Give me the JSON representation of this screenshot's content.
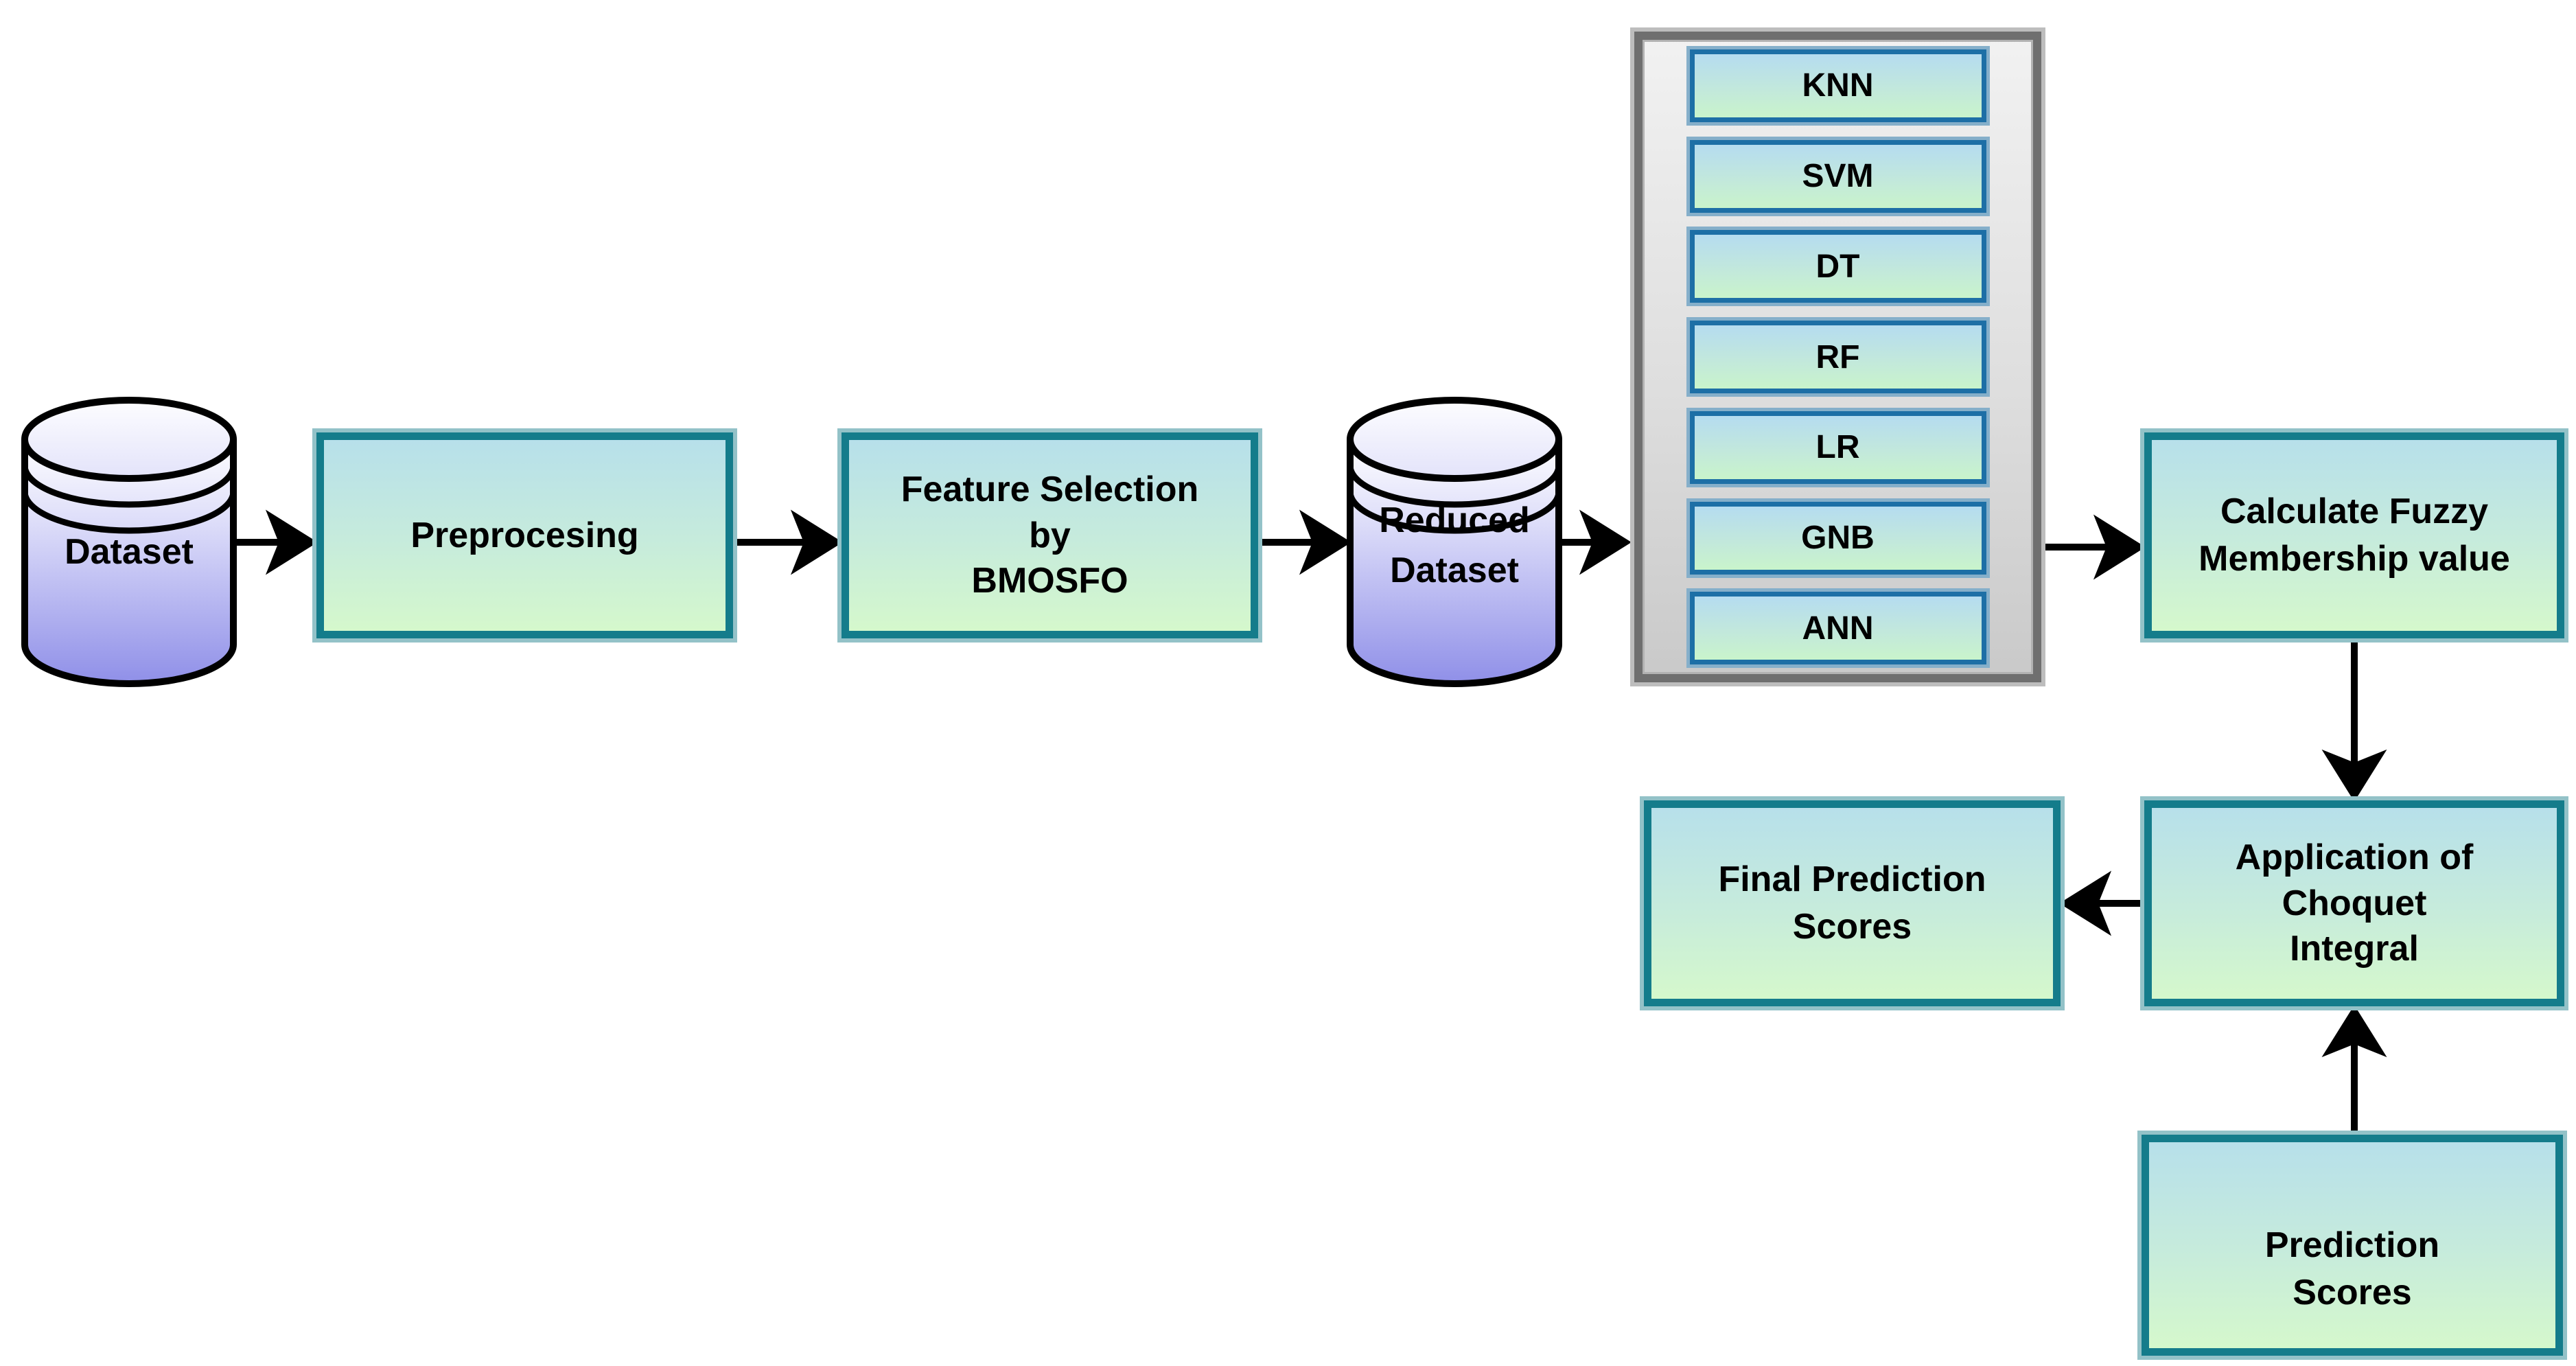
{
  "diagram": {
    "description": "Flow diagram of an ensemble classification pipeline",
    "nodes": {
      "dataset": {
        "label": "Dataset",
        "shape": "cylinder"
      },
      "preprocessing": {
        "label": "Preprocesing",
        "shape": "process"
      },
      "feature_selection": {
        "label": "Feature Selection\nby\nBMOSFO",
        "shape": "process"
      },
      "reduced_dataset": {
        "label": "Reduced\nDataset",
        "shape": "cylinder"
      },
      "classifier_bank": {
        "shape": "container",
        "classifiers": [
          "KNN",
          "SVM",
          "DT",
          "RF",
          "LR",
          "GNB",
          "ANN"
        ]
      },
      "calculate_fuzzy": {
        "label": "Calculate Fuzzy\nMembership value",
        "shape": "process"
      },
      "application_choquet": {
        "label": "Application of\nChoquet\nIntegral",
        "shape": "process"
      },
      "final_prediction": {
        "label": "Final Prediction\nScores",
        "shape": "process"
      },
      "prediction_scores": {
        "label": "Prediction\nScores",
        "shape": "process"
      }
    },
    "edges": [
      {
        "from": "dataset",
        "to": "preprocessing"
      },
      {
        "from": "preprocessing",
        "to": "feature_selection"
      },
      {
        "from": "feature_selection",
        "to": "reduced_dataset"
      },
      {
        "from": "reduced_dataset",
        "to": "classifier_bank"
      },
      {
        "from": "classifier_bank",
        "to": "calculate_fuzzy"
      },
      {
        "from": "calculate_fuzzy",
        "to": "application_choquet"
      },
      {
        "from": "prediction_scores",
        "to": "application_choquet"
      },
      {
        "from": "application_choquet",
        "to": "final_prediction"
      }
    ],
    "colors": {
      "background": "#ffffff",
      "process_border": "#147c8b",
      "process_halo": "#93c2c8",
      "process_fill_top": "#b7e0ea",
      "process_fill_bottom": "#d5f8cc",
      "classifier_border": "#1d6fa6",
      "classifier_halo": "#85afca",
      "classifier_fill_top": "#b5dcf0",
      "classifier_fill_bottom": "#c9f4cb",
      "container_fill": "#e0e0e0",
      "container_border_dark": "#6f6f6f",
      "container_border_light": "#bdbdbd",
      "cylinder_fill_top": "#ffffff",
      "cylinder_fill_bottom": "#8f8fe8",
      "outline": "#000000",
      "arrow": "#000000",
      "text": "#000000"
    }
  }
}
